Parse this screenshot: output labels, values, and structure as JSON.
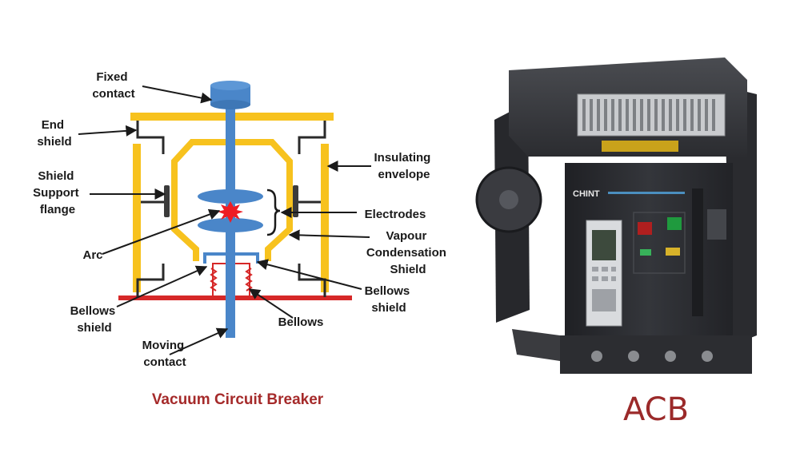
{
  "colors": {
    "insulator": "#f7c21e",
    "conductor": "#4a86c9",
    "bellows": "#d62828",
    "arc": "#ee1c24",
    "leader": "#1a1a1a",
    "caption": "#a52a2a",
    "acb_label": "#9b2a2a",
    "breaker_body": "#2e2f33"
  },
  "diagram": {
    "caption": "Vacuum Circuit Breaker",
    "labels": {
      "fixed_contact": [
        "Fixed",
        "contact"
      ],
      "end_shield": [
        "End",
        "shield"
      ],
      "shield_support_flange": [
        "Shield",
        "Support",
        "flange"
      ],
      "arc": [
        "Arc"
      ],
      "bellows_shield_left": [
        "Bellows",
        "shield"
      ],
      "moving_contact": [
        "Moving",
        "contact"
      ],
      "insulating_envelope": [
        "Insulating",
        "envelope"
      ],
      "electrodes": [
        "Electrodes"
      ],
      "vapour_condensation_shield": [
        "Vapour",
        "Condensation",
        "Shield"
      ],
      "bellows_shield_right": [
        "Bellows",
        "shield"
      ],
      "bellows": [
        "Bellows"
      ]
    }
  },
  "photo": {
    "caption": "ACB",
    "brand": "CHINT",
    "icons": [
      "air-circuit-breaker-photo"
    ]
  }
}
